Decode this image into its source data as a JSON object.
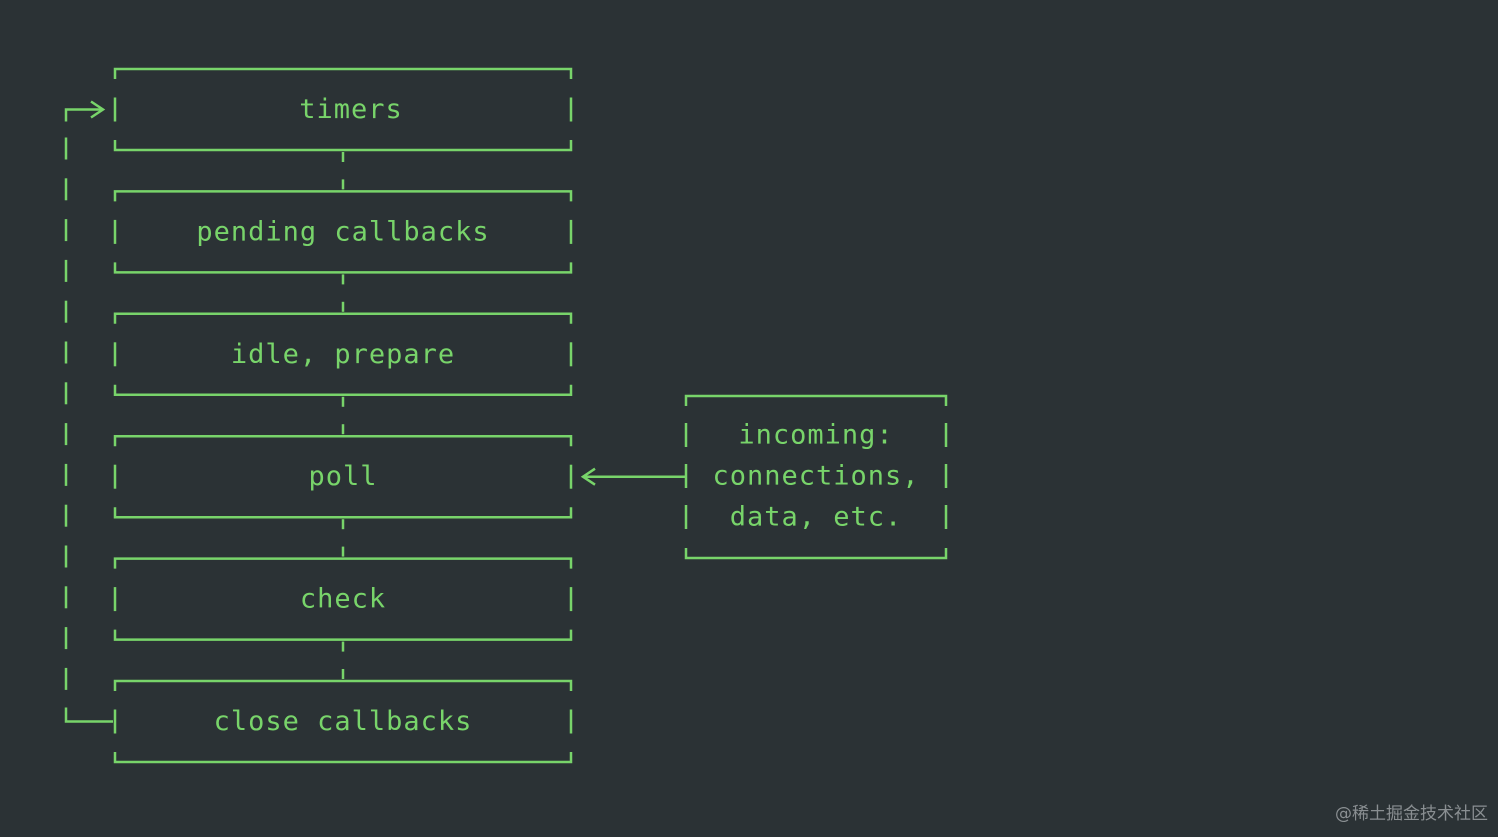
{
  "colors": {
    "background": "#2b3235",
    "line": "#78d46a",
    "text": "#78d46a",
    "watermark": "#8a8f92"
  },
  "phases": [
    {
      "label": "timers"
    },
    {
      "label": "pending callbacks"
    },
    {
      "label": "idle, prepare"
    },
    {
      "label": "poll"
    },
    {
      "label": "check"
    },
    {
      "label": "close callbacks"
    }
  ],
  "incoming": {
    "lines": [
      "incoming:",
      "connections,",
      "data, etc."
    ]
  },
  "watermark": "@稀土掘金技术社区"
}
